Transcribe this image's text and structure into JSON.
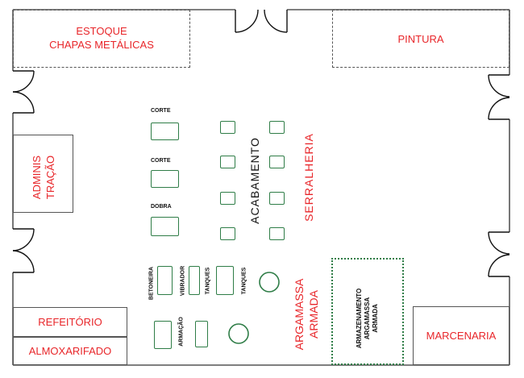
{
  "rooms": {
    "estoque_line1": "ESTOQUE",
    "estoque_line2": "CHAPAS METÁLICAS",
    "pintura": "PINTURA",
    "adminis_line1": "ADMINIS",
    "adminis_line2": "TRAÇÃO",
    "refeitorio": "REFEITÓRIO",
    "almoxarifado": "ALMOXARIFADO",
    "marcenaria": "MARCENARIA",
    "armazenamento_line1": "ARMAZENAMENTO",
    "armazenamento_line2": "ARGAMASSA",
    "armazenamento_line3": "ARMADA"
  },
  "areas": {
    "acabamento": "ACABAMENTO",
    "serralheria": "SERRALHERIA",
    "argamassa_line1": "ARGAMASSA",
    "argamassa_line2": "ARMADA"
  },
  "stations": {
    "corte1": "CORTE",
    "corte2": "CORTE",
    "dobra": "DOBRA",
    "betoneira": "BETONEIRA",
    "vibrador": "VIBRADOR",
    "tanques1": "TANQUES",
    "tanques2": "TANQUES",
    "armacao": "ARMAÇÃO"
  },
  "colors": {
    "label_red": "#e8262a",
    "machine_green": "#2f7d47",
    "wall": "#555555"
  }
}
